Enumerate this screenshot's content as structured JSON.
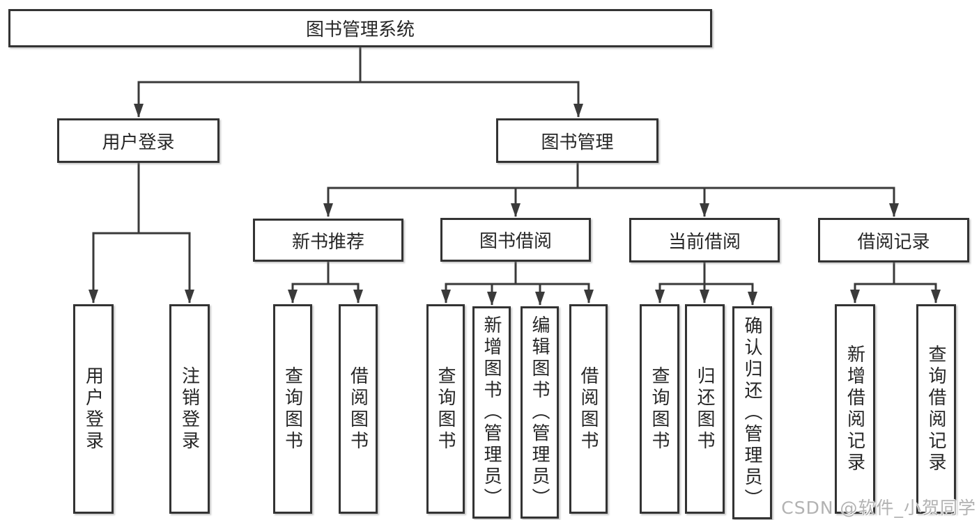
{
  "tree": {
    "root": {
      "label": "图书管理系统"
    },
    "branches": [
      {
        "label": "用户登录",
        "children": [
          {
            "label": "用户登录"
          },
          {
            "label": "注销登录"
          }
        ]
      },
      {
        "label": "图书管理",
        "groups": [
          {
            "label": "新书推荐",
            "children": [
              {
                "label": "查询图书"
              },
              {
                "label": "借阅图书"
              }
            ]
          },
          {
            "label": "图书借阅",
            "children": [
              {
                "label": "查询图书"
              },
              {
                "label": "新增图书（管理员）"
              },
              {
                "label": "编辑图书（管理员）"
              },
              {
                "label": "借阅图书"
              }
            ]
          },
          {
            "label": "当前借阅",
            "children": [
              {
                "label": "查询图书"
              },
              {
                "label": "归还图书"
              },
              {
                "label": "确认归还（管理员）"
              }
            ]
          },
          {
            "label": "借阅记录",
            "children": [
              {
                "label": "新增借阅记录"
              },
              {
                "label": "查询借阅记录"
              }
            ]
          }
        ]
      }
    ]
  },
  "watermark": {
    "text": "CSDN @软件_小贺同学"
  },
  "colors": {
    "line": "#3a3a3a",
    "box_border": "#333333",
    "text": "#262626",
    "watermark": "#b2b2b2",
    "background": "#ffffff"
  }
}
